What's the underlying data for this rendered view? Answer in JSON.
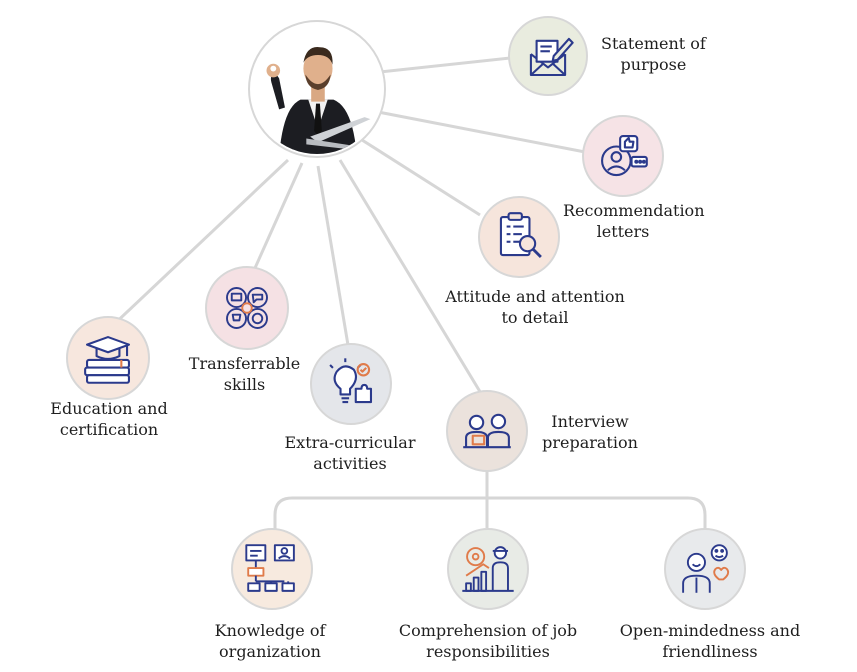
{
  "colors": {
    "line": "#d6d6d6",
    "icon_stroke": "#2b3a8c",
    "icon_accent": "#e07b4a",
    "purpose_bg": "#e9ecdf",
    "recommend_bg": "#f6e3e6",
    "attitude_bg": "#f6e5dc",
    "transfer_bg": "#f5e1e4",
    "education_bg": "#f7e7de",
    "extra_bg": "#e4e6ea",
    "interview_bg": "#ebe2dc",
    "knowledge_bg": "#f7eadf",
    "comprehension_bg": "#e8ebe6",
    "openminded_bg": "#e8eaec"
  },
  "center": {
    "icon": "businessman-with-laptop-photo"
  },
  "nodes": {
    "purpose": {
      "line1": "Statement of",
      "line2": "purpose",
      "icon": "envelope-pen-icon"
    },
    "recommendation": {
      "line1": "Recommendation",
      "line2": "letters",
      "icon": "thumbs-up-profile-icon"
    },
    "attitude": {
      "line1": "Attitude and attention",
      "line2": "to detail",
      "icon": "clipboard-magnifier-icon"
    },
    "transferrable": {
      "line1": "Transferrable",
      "line2": "skills",
      "icon": "skills-grid-icon"
    },
    "education": {
      "line1": "Education and",
      "line2": "certification",
      "icon": "graduation-books-icon"
    },
    "extracurricular": {
      "line1": "Extra-curricular",
      "line2": "activities",
      "icon": "lightbulb-puzzle-icon"
    },
    "interview": {
      "line1": "Interview",
      "line2": "preparation",
      "icon": "interview-people-icon"
    },
    "knowledge": {
      "line1": "Knowledge of",
      "line2": "organization",
      "icon": "org-chart-icon"
    },
    "comprehension": {
      "line1": "Comprehension of job",
      "line2": "responsibilities",
      "icon": "worker-growth-icon"
    },
    "openminded": {
      "line1": "Open-mindedness and",
      "line2": "friendliness",
      "icon": "smiling-people-icon"
    }
  }
}
